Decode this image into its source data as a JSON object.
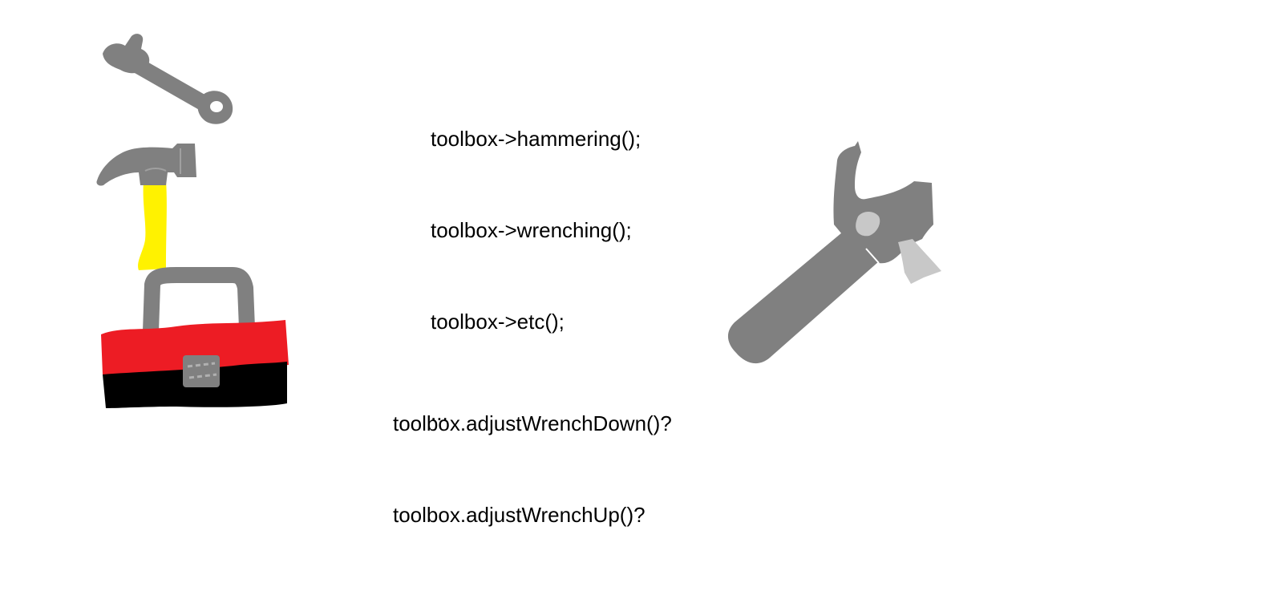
{
  "code_lines": [
    "toolbox->hammering();",
    "toolbox->wrenching();",
    "toolbox->etc();",
    "..."
  ],
  "question_lines": [
    "toolbox.adjustWrenchDown()?",
    "toolbox.adjustWrenchUp()?"
  ],
  "colors": {
    "tool_gray": "#808080",
    "light_gray": "#c8c8c8",
    "handle_yellow": "#fff200",
    "box_red": "#ed1c24",
    "box_black": "#000000",
    "text": "#000000"
  },
  "icons": [
    "wrench-icon",
    "hammer-icon",
    "toolbox-icon",
    "adjustable-wrench-icon"
  ]
}
